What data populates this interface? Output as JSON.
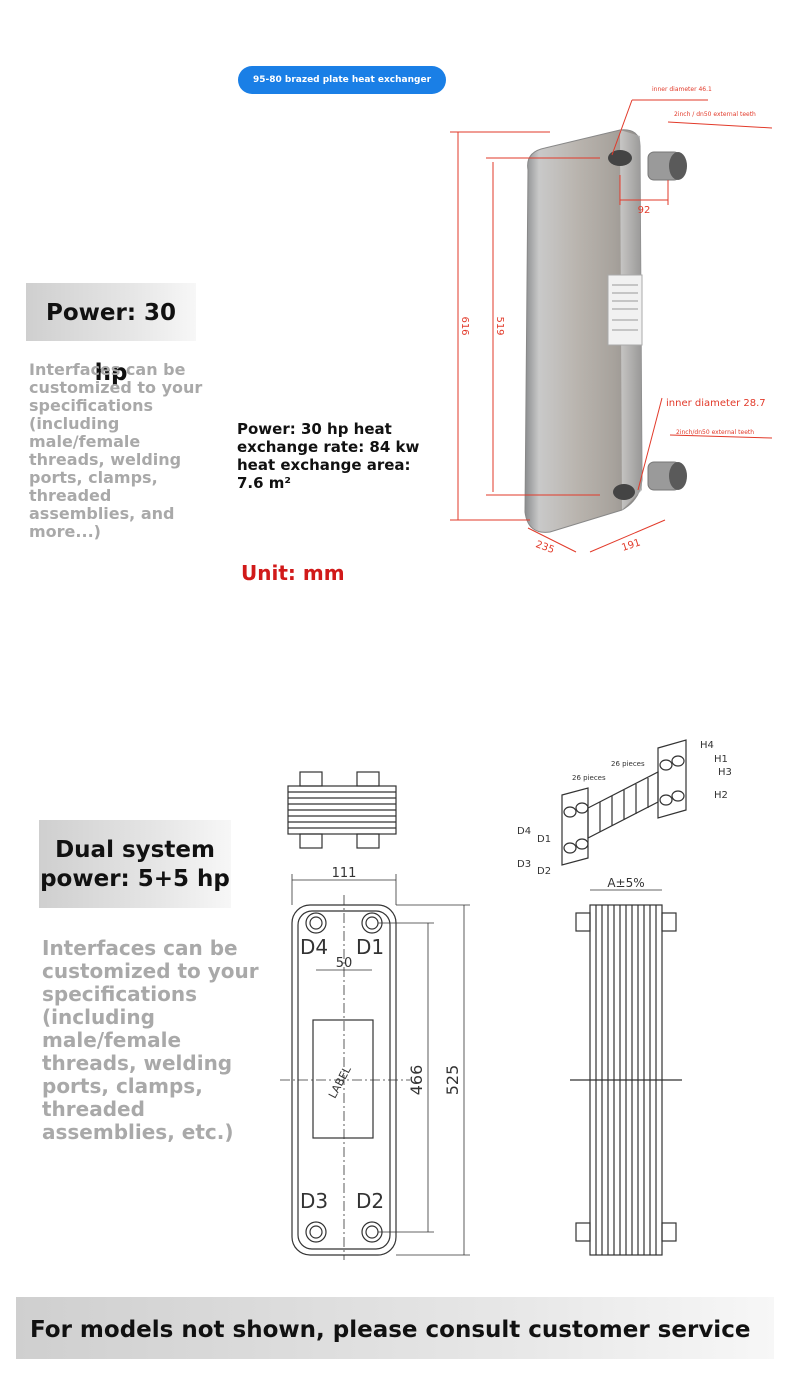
{
  "product_tag": "95-80 brazed plate heat exchanger",
  "section1": {
    "power_title": "Power: 30 hp",
    "interfaces_text": "Interfaces can be customized to your specifications (including male/female threads, welding ports, clamps, threaded assemblies, and more...)",
    "specs_text": "Power: 30 hp heat exchange rate: 84 kw heat exchange area: 7.6 m²",
    "unit_label": "Unit: mm",
    "dims": {
      "height_total": "616",
      "height_ports": "519",
      "port_spacing": "92",
      "depth": "235",
      "width": "191",
      "inner_diameter_top": "inner diameter 46.1",
      "connection_top": "2inch / dn50 external teeth",
      "inner_diameter_bottom": "inner diameter 28.7",
      "connection_bottom": "2inch/dn50 external teeth"
    }
  },
  "section2": {
    "power_title": "Dual system power: 5+5 hp",
    "interfaces_text": "Interfaces can be customized to your specifications (including male/female threads, welding ports, clamps, threaded assemblies, etc.)",
    "drawing": {
      "width": "111",
      "port_spacing": "50",
      "height_ports": "466",
      "height_total": "525",
      "label": "LABEL",
      "ports": [
        "D4",
        "D1",
        "D3",
        "D2"
      ],
      "thickness": "A±5%",
      "iso_pieces_left": "26 pieces",
      "iso_pieces_right": "26 pieces",
      "iso_ports": [
        "H4",
        "H1",
        "H3",
        "H2",
        "D4",
        "D1",
        "D3",
        "D2"
      ]
    }
  },
  "footer_text": "For models not shown, please consult customer service",
  "colors": {
    "accent_blue": "#1a7fe6",
    "dimension_red": "#e23a2a",
    "unit_red": "#d11a1a"
  }
}
